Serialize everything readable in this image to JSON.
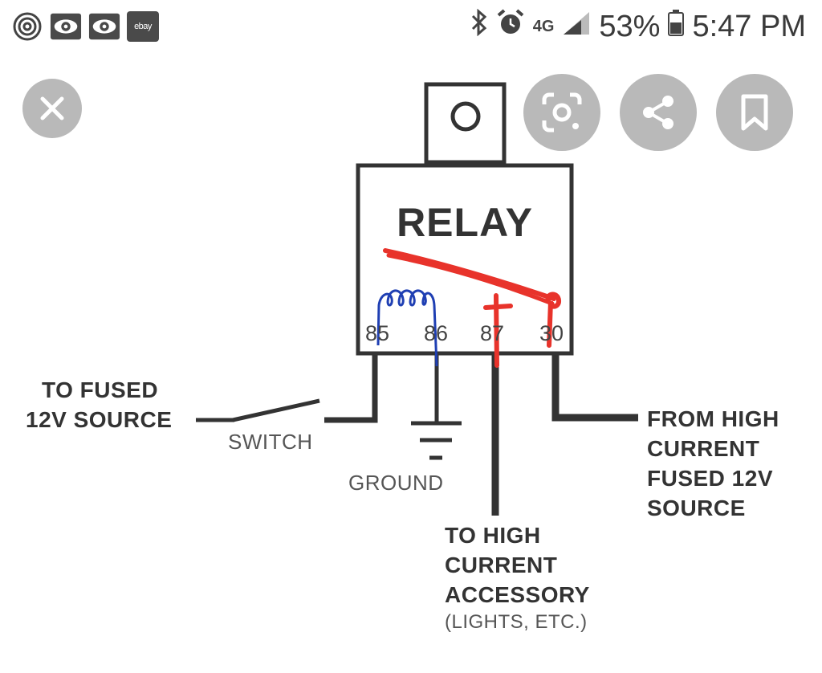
{
  "status_bar": {
    "notifications": [
      "at-sign-icon",
      "cbs-eye-icon",
      "cbs-eye-icon",
      "ebay-icon"
    ],
    "ebay_label": "ebay",
    "network": "4G",
    "battery_percent": "53%",
    "time": "5:47 PM"
  },
  "viewer": {
    "buttons": [
      "close-icon",
      "lens-icon",
      "share-icon",
      "bookmark-icon"
    ]
  },
  "diagram": {
    "relay_label": "RELAY",
    "pins": [
      "85",
      "86",
      "87",
      "30"
    ],
    "left_label_line1": "TO FUSED",
    "left_label_line2": "12V SOURCE",
    "switch_label": "SWITCH",
    "ground_label": "GROUND",
    "accessory_line1": "TO HIGH",
    "accessory_line2": "CURRENT",
    "accessory_line3": "ACCESSORY",
    "accessory_note": "(LIGHTS, ETC.)",
    "source_line1": "FROM HIGH",
    "source_line2": "CURRENT",
    "source_line3": "FUSED 12V",
    "source_line4": "SOURCE",
    "annotation_colors": {
      "coil": "#1f3fb3",
      "contact": "#e8332b"
    }
  }
}
